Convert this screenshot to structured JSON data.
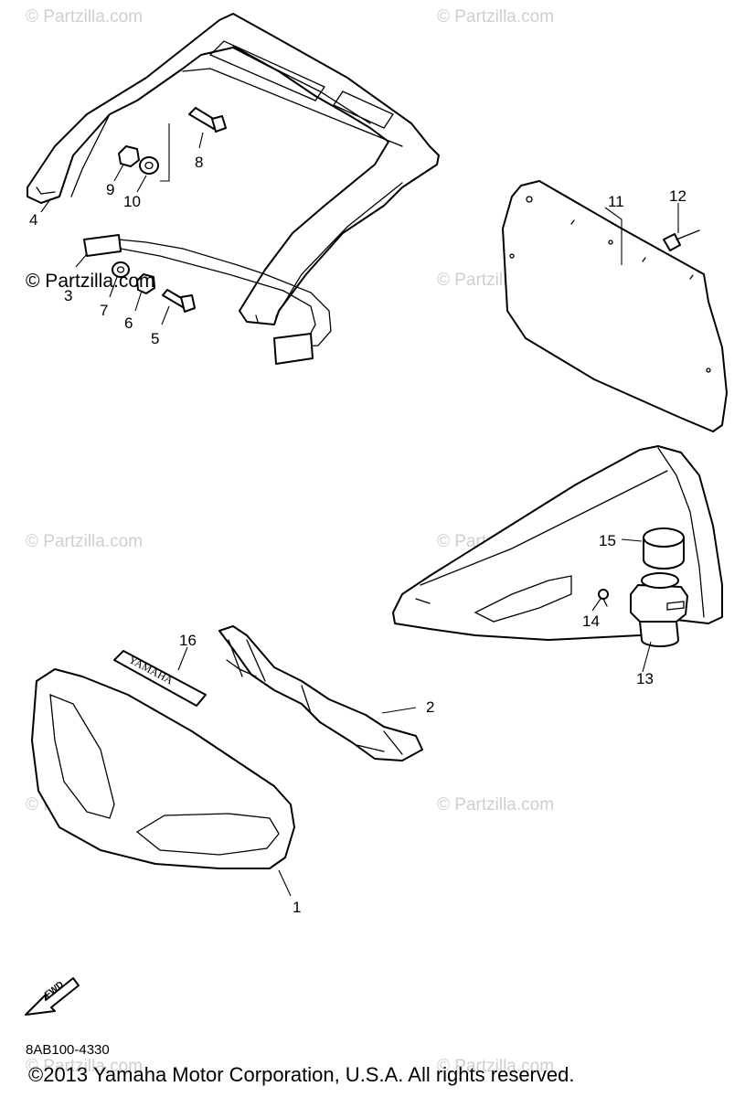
{
  "watermark": "© Partzilla.com",
  "callouts": {
    "p1": "1",
    "p2": "2",
    "p3": "3",
    "p4": "4",
    "p5": "5",
    "p6": "6",
    "p7": "7",
    "p8": "8",
    "p9": "9",
    "p10": "10",
    "p11": "11",
    "p12": "12",
    "p13": "13",
    "p14": "14",
    "p15": "15",
    "p16": "16"
  },
  "emblem_text": "YAMAHA",
  "fwd_label": "FWD",
  "diagram_code": "8AB100-4330",
  "copyright": "©2013 Yamaha Motor Corporation, U.S.A. All rights reserved."
}
